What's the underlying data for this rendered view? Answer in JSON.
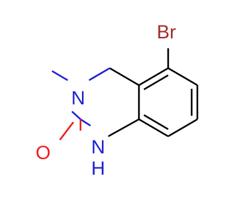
{
  "colors": {
    "carbon": "#000000",
    "nitrogen": "#1e1ed2",
    "oxygen": "#ee1c1c",
    "bromine": "#a52a2a",
    "hydrogen": "#1e1ed2"
  },
  "atoms": {
    "bromine": "Br",
    "nitrogen_3": "N",
    "nitrogen_1": "N",
    "hydrogen_1": "H",
    "oxygen": "O"
  }
}
